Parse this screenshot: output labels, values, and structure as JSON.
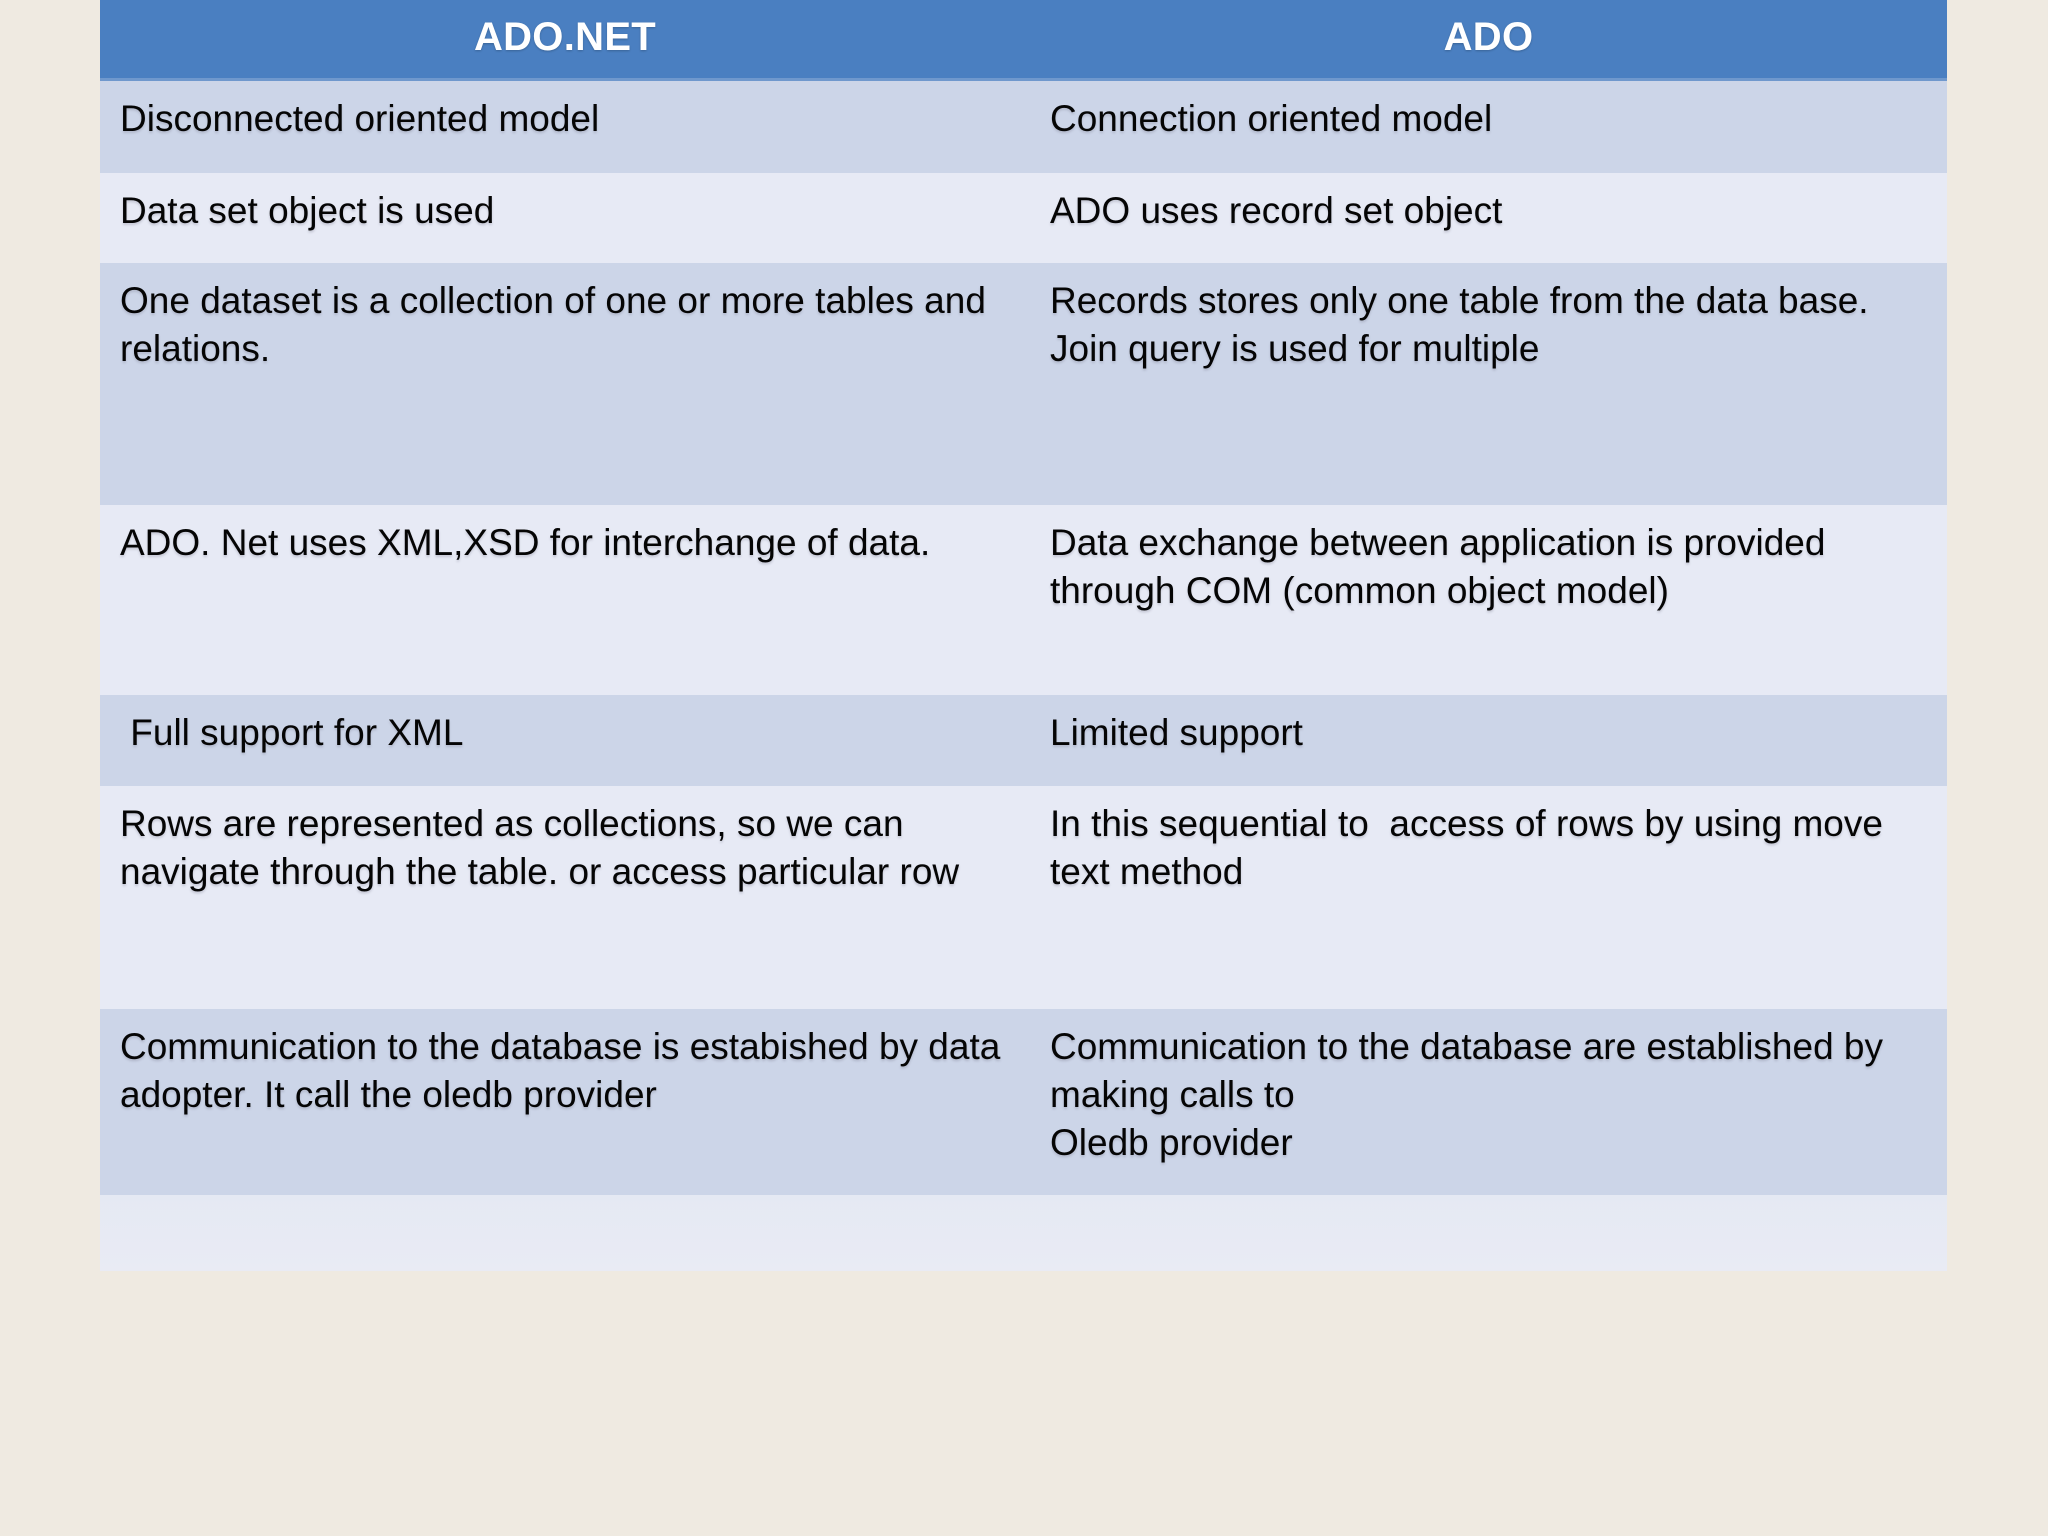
{
  "slide": {
    "background_color": "#efeae1",
    "table_header_color": "#4a7fc1",
    "row_color_dark": "#ccd5e8",
    "row_color_light": "#e7eaf5",
    "text_color": "#050505"
  },
  "table": {
    "headers": [
      "ADO.NET",
      "ADO"
    ],
    "rows": [
      {
        "ado_net": "Disconnected oriented model",
        "ado": "Connection oriented model"
      },
      {
        "ado_net": "Data set object is used",
        "ado": "ADO uses record set object"
      },
      {
        "ado_net": "One dataset is a collection of one or more tables and relations.",
        "ado": "Records stores only one table from the data base. Join query is used for multiple"
      },
      {
        "ado_net": "ADO. Net uses XML,XSD for interchange of data.",
        "ado": "Data exchange between application is provided through COM (common object model)"
      },
      {
        "ado_net": " Full support for XML",
        "ado": "Limited support"
      },
      {
        "ado_net": "Rows are represented as collections, so we can navigate through the table. or access particular row",
        "ado": "In this sequential to  access of rows by using move text method"
      },
      {
        "ado_net": "Communication to the database is estabished by data adopter. It call the oledb provider",
        "ado": "Communication to the database are established by making calls to\nOledb provider"
      },
      {
        "ado_net": "",
        "ado": ""
      }
    ]
  }
}
